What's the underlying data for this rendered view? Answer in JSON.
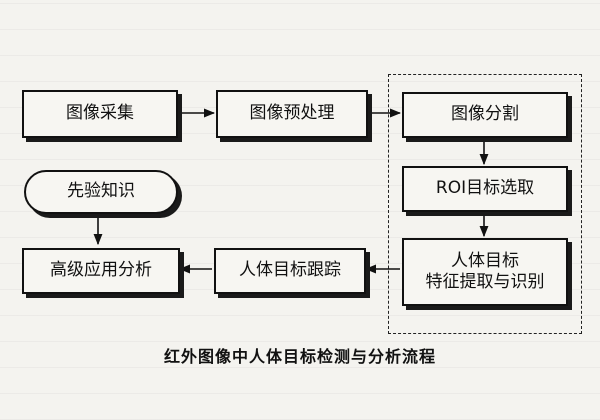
{
  "diagram": {
    "caption": "红外图像中人体目标检测与分析流程",
    "nodes": {
      "image_capture": "图像采集",
      "image_preprocess": "图像预处理",
      "image_segment": "图像分割",
      "roi_select": "ROI目标选取",
      "feature_line1": "人体目标",
      "feature_line2": "特征提取与识别",
      "body_tracking": "人体目标跟踪",
      "high_level_app": "高级应用分析",
      "prior_knowledge": "先验知识"
    }
  }
}
